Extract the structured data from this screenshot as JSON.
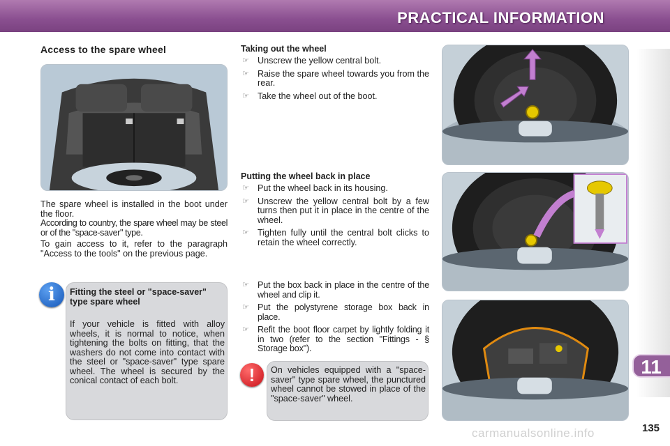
{
  "header": {
    "title": "PRACTICAL INFORMATION"
  },
  "chapter": {
    "number": "11"
  },
  "page": {
    "number": "135"
  },
  "watermark": "carmanualsonline.info",
  "section": {
    "title": "Access to the spare wheel",
    "paragraphs": [
      "The spare wheel is installed in the boot under the floor.",
      "According to country, the spare wheel may be steel or of the \"space-saver\" type.",
      "To gain access to it, refer to the paragraph \"Access to the tools\" on the previous page."
    ]
  },
  "info": {
    "title": "Fitting the steel or \"space-saver\" type spare wheel",
    "body": "If your vehicle is fitted with alloy wheels, it is normal to notice, when tightening the bolts on fitting, that the washers do not come into contact with the steel or \"space-saver\" type spare wheel. The wheel is secured by the conical contact of each bolt."
  },
  "taking_out": {
    "title": "Taking out the wheel",
    "items": [
      "Unscrew the yellow central bolt.",
      "Raise the spare wheel towards you from the rear.",
      "Take the wheel out of the boot."
    ]
  },
  "putting_back": {
    "title": "Putting the wheel back in place",
    "items": [
      "Put the wheel back in its housing.",
      "Unscrew the yellow central bolt by a few turns then put it in place in the centre of the wheel.",
      "Tighten fully until the central bolt clicks to retain the wheel correctly."
    ]
  },
  "final_steps": {
    "items": [
      "Put the box back in place in the centre of the wheel and clip it.",
      "Put the polystyrene storage box back in place.",
      "Refit the boot floor carpet by lightly folding it in two (refer to the section \"Fittings - § Storage box\")."
    ]
  },
  "warning": {
    "body": "On vehicles equipped with a \"space-saver\" type spare wheel, the punctured wheel cannot be stowed in place of the \"space-saver\" wheel."
  },
  "bullet_marker": "☞",
  "icons": {
    "info": "info-icon",
    "warning": "warning-icon"
  },
  "colors": {
    "header": "#8a4f90",
    "chapter_badge": "#94609a",
    "info_icon": "#1657b8",
    "warning_icon": "#c8121a",
    "box_bg": "#d8d9dc"
  }
}
